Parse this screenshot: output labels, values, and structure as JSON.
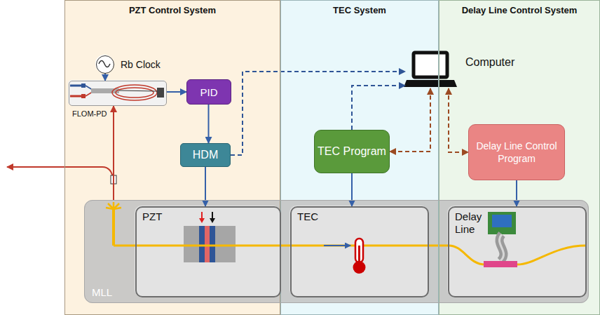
{
  "diagram": {
    "nodes": [
      {
        "text": [
          "PZT Control System"
        ]
      },
      {
        "text": [
          "TEC System"
        ]
      },
      {
        "text": [
          "Delay Line Control System"
        ]
      },
      {
        "text": [
          "Rb Clock"
        ],
        "in": 0
      },
      {
        "text": [
          "FLOM-PD"
        ],
        "in": 0
      },
      {
        "text": [
          "PID"
        ],
        "in": 0
      },
      {
        "text": [
          "HDM"
        ],
        "in": 0
      },
      {
        "text": [
          "Computer"
        ]
      },
      {
        "text": [
          "TEC Program"
        ],
        "in": 1
      },
      {
        "text": [
          "Delay Line Control Program"
        ],
        "in": 2
      },
      {
        "text": [
          "MLL"
        ]
      },
      {
        "text": [
          "PZT"
        ],
        "in": 10
      },
      {
        "text": [
          "TEC"
        ],
        "in": 10
      },
      {
        "text": [
          "Delay Line"
        ],
        "in": 10
      }
    ],
    "edges": [
      {
        "from": 3,
        "to": 4,
        "arrow": "to"
      },
      {
        "from": 4,
        "to": 5,
        "arrow": "to"
      },
      {
        "from": 5,
        "to": 6,
        "arrow": "to"
      },
      {
        "from": 6,
        "to": 11,
        "arrow": "to"
      },
      {
        "from": 6,
        "to": 7,
        "arrow": "to"
      },
      {
        "from": 8,
        "to": 7,
        "arrow": "to"
      },
      {
        "from": 7,
        "to": 8,
        "arrow": "both"
      },
      {
        "from": 7,
        "to": 9,
        "arrow": "both"
      },
      {
        "from": 8,
        "to": 12,
        "arrow": "to"
      },
      {
        "from": 9,
        "to": 13,
        "arrow": "to"
      },
      {
        "from": 10,
        "to": 4,
        "arrow": "to"
      }
    ]
  }
}
